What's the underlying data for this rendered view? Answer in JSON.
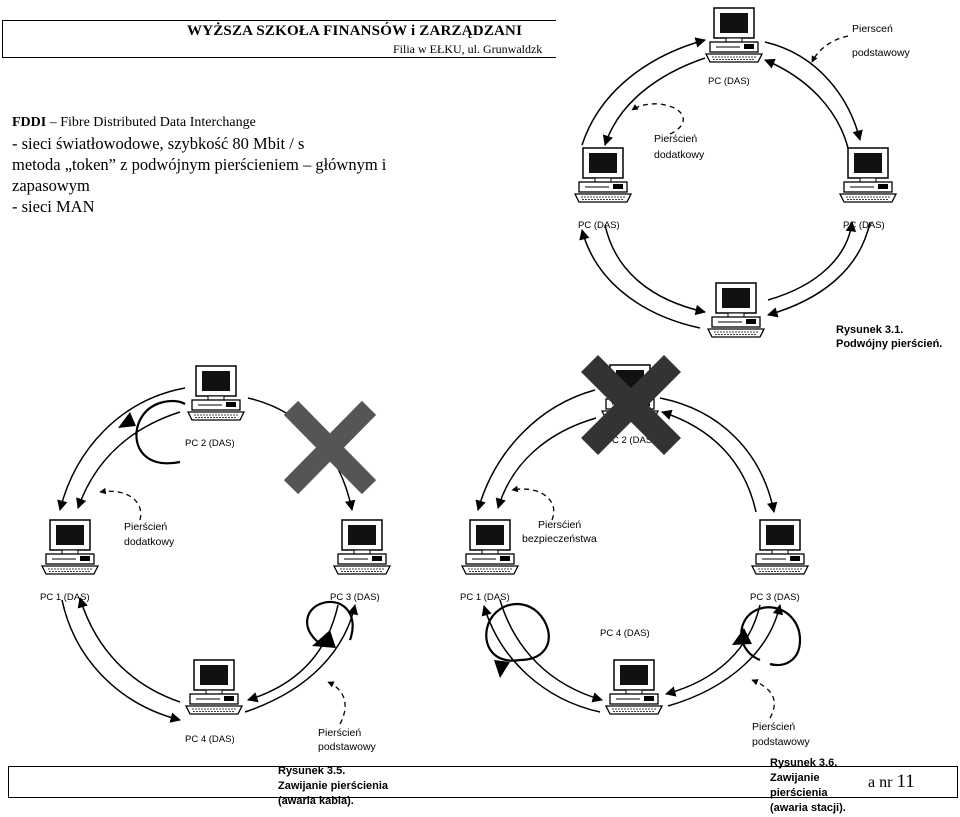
{
  "header": {
    "title": "WYŻSZA SZKOŁA FINANSÓW i ZARZĄDZANI",
    "subtitle": "Filia w EŁKU, ul. Grunwaldzk"
  },
  "content": {
    "term": "FDDI",
    "definition": " – Fibre Distributed Data Interchange",
    "bullet1": "-    sieci światłowodowe, szybkość 80 Mbit / s",
    "line2": "metoda „token” z podwójnym pierścieniem – głównym i",
    "line3": "zapasowym",
    "bullet2": "-    sieci MAN"
  },
  "footer": {
    "page_prefix": "a nr",
    "page_number": "11"
  },
  "figures": {
    "fig31": {
      "pc_top": "PC (DAS)",
      "pc_left": "PC (DAS)",
      "pc_right": "PC (DAS)",
      "ring_main": [
        "Piersceń",
        "podstawowy"
      ],
      "ring_backup": [
        "Pierścień",
        "dodatkowy"
      ],
      "caption": [
        "Rysunek 3.1.",
        "Podwójny pierścień."
      ]
    },
    "fig35": {
      "pc1": "PC 1 (DAS)",
      "pc2": "PC 2 (DAS)",
      "pc3": "PC 3 (DAS)",
      "pc4": "PC 4 (DAS)",
      "ring_backup": [
        "Pierścień",
        "dodatkowy"
      ],
      "ring_main": [
        "Pierścień",
        "podstawowy"
      ],
      "caption": [
        "Rysunek 3.5.",
        "Zawijanie pierścienia",
        "(awaria kabla)."
      ]
    },
    "fig36": {
      "pc1": "PC 1 (DAS)",
      "pc2": "C 2 (DAS",
      "pc3": "PC 3 (DAS)",
      "pc4": "PC 4 (DAS)",
      "ring_safety": [
        "Piersćień",
        "bezpieczeństwa"
      ],
      "ring_main": [
        "Pierścień",
        "podstawowy"
      ],
      "caption": [
        "Rysunek 3.6.",
        "Zawijanie",
        "pierścienia",
        "(awaria stacji)."
      ]
    }
  }
}
